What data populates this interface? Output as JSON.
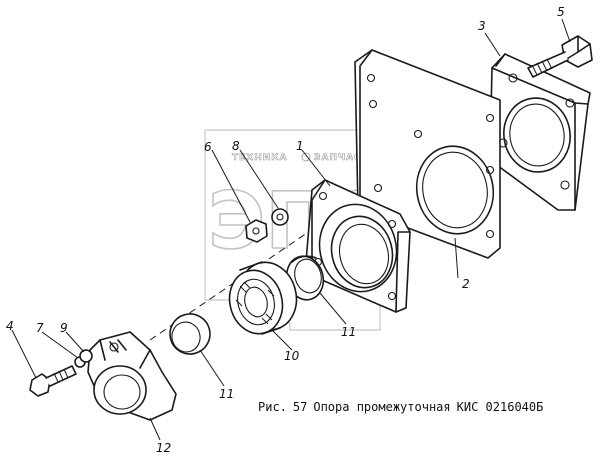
{
  "caption": {
    "prefix": "Рис.",
    "number": "57",
    "title": "Опора промежуточная",
    "part_code": "КИС 0216040Б"
  },
  "watermark": {
    "top_text": "ТЕХНИКА",
    "top_text_2": "ЗАПЧАСТИ",
    "logo_text": "ЭПО"
  },
  "callouts": {
    "c1": "1",
    "c2": "2",
    "c3": "3",
    "c4": "4",
    "c5": "5",
    "c6": "6",
    "c7": "7",
    "c8": "8",
    "c9": "9",
    "c10": "10",
    "c11a": "11",
    "c11b": "11",
    "c12": "12"
  }
}
